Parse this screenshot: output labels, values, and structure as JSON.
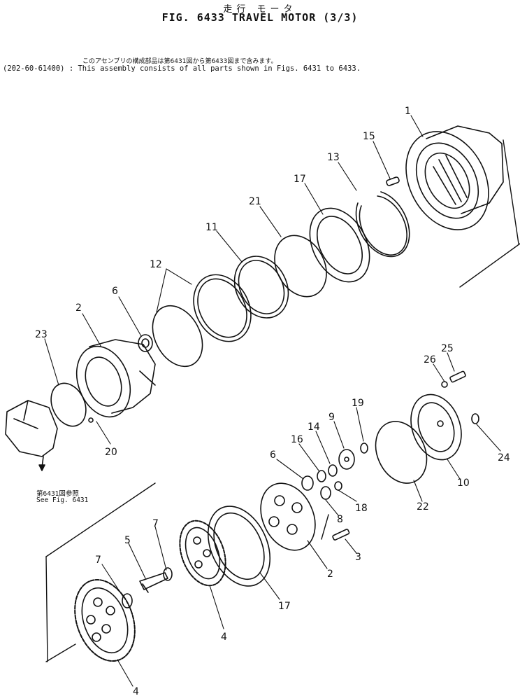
{
  "header": {
    "title_jp": "走行 モータ",
    "title": "FIG. 6433  TRAVEL MOTOR (3/3)"
  },
  "note": {
    "jp": "このアセンブリの構成部品は第6431図から第6433図まで含みます。",
    "en": "(202-60-61400) : This assembly consists of all parts shown in Figs. 6431 to 6433."
  },
  "reference": {
    "jp": "第6431図参照",
    "en": "See Fig. 6431"
  },
  "callouts": [
    "1",
    "15",
    "13",
    "17",
    "21",
    "11",
    "12",
    "6",
    "2",
    "23",
    "20",
    "25",
    "26",
    "19",
    "9",
    "14",
    "16",
    "6",
    "24",
    "10",
    "18",
    "8",
    "22",
    "7",
    "5",
    "7",
    "2",
    "3",
    "17",
    "4",
    "4"
  ]
}
